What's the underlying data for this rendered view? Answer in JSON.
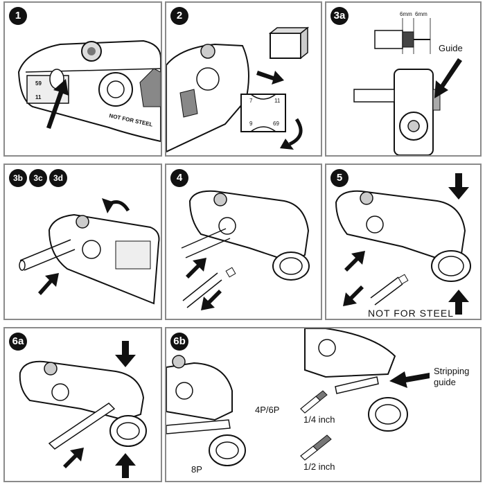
{
  "panels": {
    "p1": {
      "badge": "1",
      "nums_top": "59",
      "nums_bot": "11",
      "warning": "NOT FOR STEEL"
    },
    "p2": {
      "badge": "2",
      "b7": "7",
      "b11": "11",
      "b9": "9",
      "b69": "69"
    },
    "p3a": {
      "badge": "3a",
      "dim_left": "6mm",
      "dim_right": "6mm",
      "guide": "Guide"
    },
    "p3bcd": {
      "badges": [
        "3b",
        "3c",
        "3d"
      ]
    },
    "p4": {
      "badge": "4"
    },
    "p5": {
      "badge": "5",
      "warning": "NOT FOR STEEL"
    },
    "p6a": {
      "badge": "6a"
    },
    "p6b": {
      "badge": "6b",
      "label_4p6p": "4P/6P",
      "label_8p": "8P",
      "stripping_guide_1": "Stripping",
      "stripping_guide_2": "guide",
      "len_quarter": "1/4 inch",
      "len_half": "1/2 inch"
    }
  }
}
